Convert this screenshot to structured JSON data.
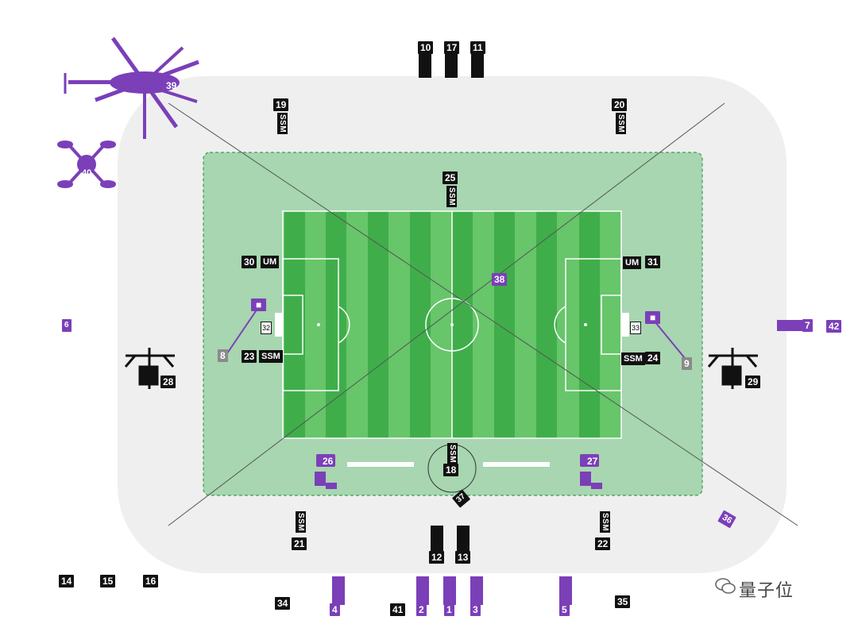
{
  "diagram": {
    "camera_labels": {
      "c1": "1",
      "c2": "2",
      "c3": "3",
      "c4": "4",
      "c5": "5",
      "c6": "6",
      "c7": "7",
      "c8": "8",
      "c9": "9",
      "c10": "10",
      "c11": "11",
      "c12": "12",
      "c13": "13",
      "c14": "14",
      "c15": "15",
      "c16": "16",
      "c17": "17",
      "c18": "18",
      "c19": "19",
      "c20": "20",
      "c21": "21",
      "c22": "22",
      "c23": "23",
      "c24": "24",
      "c25": "25",
      "c26": "26",
      "c27": "27",
      "c28": "28",
      "c29": "29",
      "c30": "30",
      "c31": "31",
      "c32": "32",
      "c33": "33",
      "c34": "34",
      "c35": "35",
      "c36": "36",
      "c37": "37",
      "c38": "38",
      "c39": "39",
      "c40": "40",
      "c41": "41",
      "c42": "42"
    },
    "tags": {
      "ssm": "SSM",
      "um": "UM"
    },
    "colors": {
      "black": "#111111",
      "purple": "#7b3fb8",
      "grey": "#8a8a8a",
      "pitch_light": "#6cc96c",
      "pitch_dark": "#3fae4a",
      "zone": "#a7d6b0",
      "stadium": "#efefef"
    }
  },
  "watermark": {
    "text": "量子位"
  }
}
